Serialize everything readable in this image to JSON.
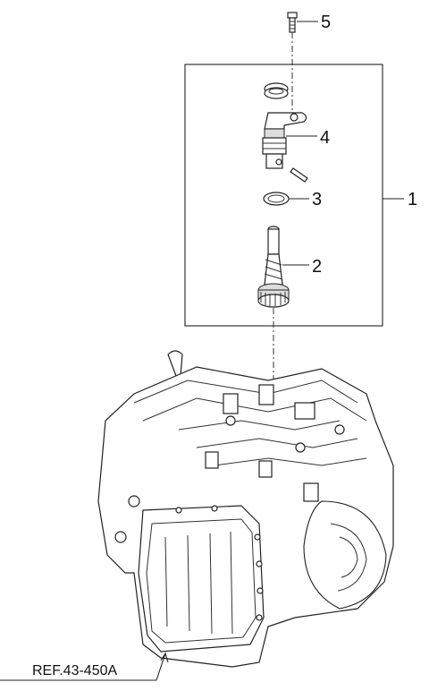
{
  "callouts": [
    {
      "id": "1",
      "text": "1"
    },
    {
      "id": "2",
      "text": "2"
    },
    {
      "id": "3",
      "text": "3"
    },
    {
      "id": "4",
      "text": "4"
    },
    {
      "id": "5",
      "text": "5"
    }
  ],
  "reference": {
    "text": "REF.43-450A"
  }
}
